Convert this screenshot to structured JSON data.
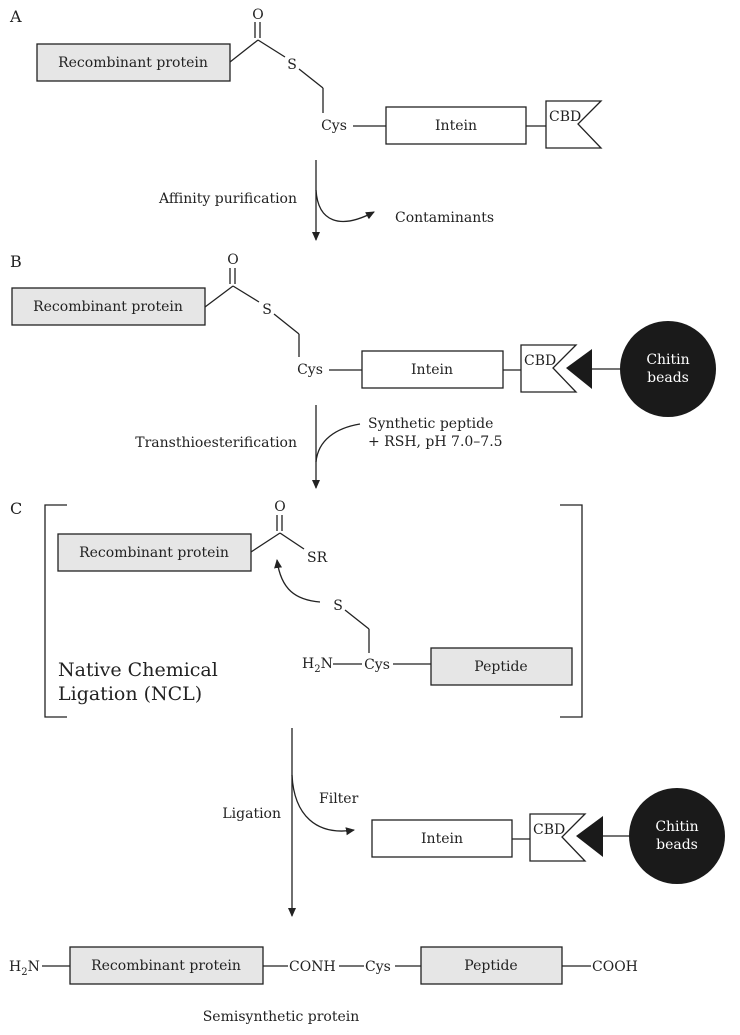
{
  "sections": {
    "a": "A",
    "b": "B",
    "c": "C"
  },
  "labels": {
    "recombinant_protein": "Recombinant protein",
    "intein": "Intein",
    "cbd": "CBD",
    "cys": "Cys",
    "sulfur": "S",
    "oxygen": "O",
    "sr": "SR",
    "peptide": "Peptide",
    "chitin_line1": "Chitin",
    "chitin_line2": "beads",
    "h2n_h": "H",
    "h2n_sub": "2",
    "h2n_n": "N",
    "conh": "CONH",
    "cooh": "COOH"
  },
  "steps": {
    "affinity_purification": "Affinity purification",
    "contaminants": "Contaminants",
    "transthioesterification": "Transthioesterification",
    "synthetic_peptide_line1": "Synthetic peptide",
    "synthetic_peptide_line2": "+ RSH, pH 7.0–7.5",
    "ncl_line1": "Native Chemical",
    "ncl_line2": "Ligation (NCL)",
    "ligation": "Ligation",
    "filter": "Filter",
    "product": "Semisynthetic protein"
  },
  "colors": {
    "box_fill": "#e6e6e6",
    "white_fill": "#ffffff",
    "line": "#222222",
    "beads": "#1a1a1a",
    "beads_text": "#ffffff"
  }
}
